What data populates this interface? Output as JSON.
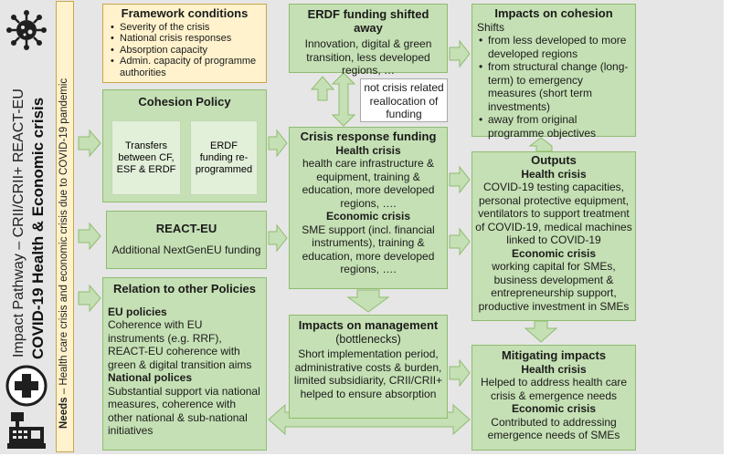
{
  "title": {
    "line1": "Impact Pathway – CRII/CRII+ REACT-EU",
    "line2": "COVID-19 Health & Economic crisis"
  },
  "needs": {
    "label": "Needs",
    "text": "– Health care crisis and economic crisis due to COVID-19 pandemic"
  },
  "icons": [
    "virus-icon",
    "medical-cross-icon",
    "cash-register-icon"
  ],
  "colors": {
    "green_box": "#c5e0b4",
    "yellow_box": "#fff2cc",
    "arrow": "#c5e0b4",
    "background": "#e6e6e6"
  },
  "framework": {
    "title": "Framework conditions",
    "items": [
      "Severity of the crisis",
      "National crisis responses",
      "Absorption capacity",
      "Admin. capacity of programme authorities"
    ]
  },
  "cohesion_policy": {
    "title": "Cohesion Policy",
    "left": "Transfers between CF, ESF & ERDF",
    "right": "ERDF funding re-programmed"
  },
  "react_eu": {
    "title": "REACT-EU",
    "text": "Additional NextGenEU funding"
  },
  "relation": {
    "title": "Relation to other Policies",
    "eu_heading": "EU policies",
    "eu_text": "Coherence with EU instruments (e.g. RRF), REACT-EU coherence with green & digital transition aims",
    "nat_heading": "National polices",
    "nat_text": "Substantial support via national measures, coherence with other national & sub-national initiatives"
  },
  "erdf_shift": {
    "title": "ERDF funding shifted away",
    "text": "Innovation, digital & green transition, less developed regions, …"
  },
  "not_crisis": {
    "text": "not crisis related reallocation of funding"
  },
  "crisis_response": {
    "title": "Crisis response funding",
    "health_heading": "Health crisis",
    "health_text": "health care infrastructure & equipment, training & education,  more developed regions, ….",
    "econ_heading": "Economic crisis",
    "econ_text": "SME support (incl. financial instruments), training & education,  more developed regions, …."
  },
  "management": {
    "title": "Impacts on management",
    "subtitle": "(bottlenecks)",
    "text": "Short implementation period, administrative costs & burden, limited subsidiarity, CRII/CRII+ helped to ensure absorption"
  },
  "cohesion_impacts": {
    "title": "Impacts on cohesion",
    "intro": "Shifts",
    "items": [
      "from less developed to more developed regions",
      "from structural change (long-term) to emergency measures (short term investments)",
      "away from original programme objectives"
    ]
  },
  "outputs": {
    "title": "Outputs",
    "health_heading": "Health crisis",
    "health_text": "COVID-19 testing capacities, personal protective equipment, ventilators to support treatment of COVID-19, medical machines linked to COVID-19",
    "econ_heading": "Economic crisis",
    "econ_text": "working capital for SMEs, business development & entrepreneurship support, productive investment in SMEs"
  },
  "mitigating": {
    "title": "Mitigating impacts",
    "health_heading": "Health crisis",
    "health_text": "Helped to address health care crisis & emergence needs",
    "econ_heading": "Economic crisis",
    "econ_text": "Contributed to addressing emergence needs of SMEs"
  }
}
